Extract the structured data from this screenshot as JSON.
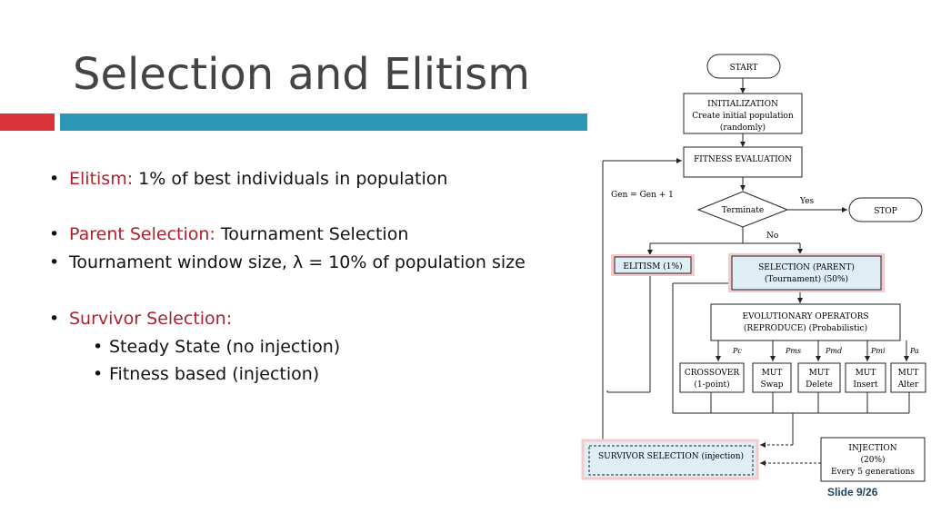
{
  "slide": {
    "title": "Selection and Elitism",
    "slide_number": "Slide 9/26",
    "accent_red": "#d9343a",
    "accent_blue": "#2d97b8"
  },
  "bullets": {
    "b1_label": "Elitism:",
    "b1_text": "1% of best individuals in population",
    "b2_label": "Parent Selection:",
    "b2_text": "Tournament Selection",
    "b3_text": "Tournament window size, λ = 10% of population size",
    "b4_label": "Survivor Selection:",
    "sub1": "Steady State (no injection)",
    "sub2": "Fitness based (injection)"
  },
  "flowchart": {
    "start": "START",
    "init_1": "INITIALIZATION",
    "init_2": "Create initial population",
    "init_3": "(randomly)",
    "fitness": "FITNESS EVALUATION",
    "gen": "Gen = Gen + 1",
    "terminate": "Terminate",
    "yes": "Yes",
    "no": "No",
    "stop": "STOP",
    "elitism": "ELITISM (1%)",
    "selection_1": "SELECTION (PARENT)",
    "selection_2": "(Tournament) (50%)",
    "evo_1": "EVOLUTIONARY OPERATORS",
    "evo_2": "(REPRODUCE) (Probabilistic)",
    "pc": "Pc",
    "pms": "Pms",
    "pmd": "Pmd",
    "pmi": "Pmi",
    "pa": "Pa",
    "cross_1": "CROSSOVER",
    "cross_2": "(1-point)",
    "mutswap_1": "MUT",
    "mutswap_2": "Swap",
    "mutdel_1": "MUT",
    "mutdel_2": "Delete",
    "mutins_1": "MUT",
    "mutins_2": "Insert",
    "mutalt_1": "MUT",
    "mutalt_2": "Alter",
    "survivor": "SURVIVOR SELECTION (injection)",
    "inj_1": "INJECTION",
    "inj_2": "(20%)",
    "inj_3": "Every 5 generations"
  }
}
